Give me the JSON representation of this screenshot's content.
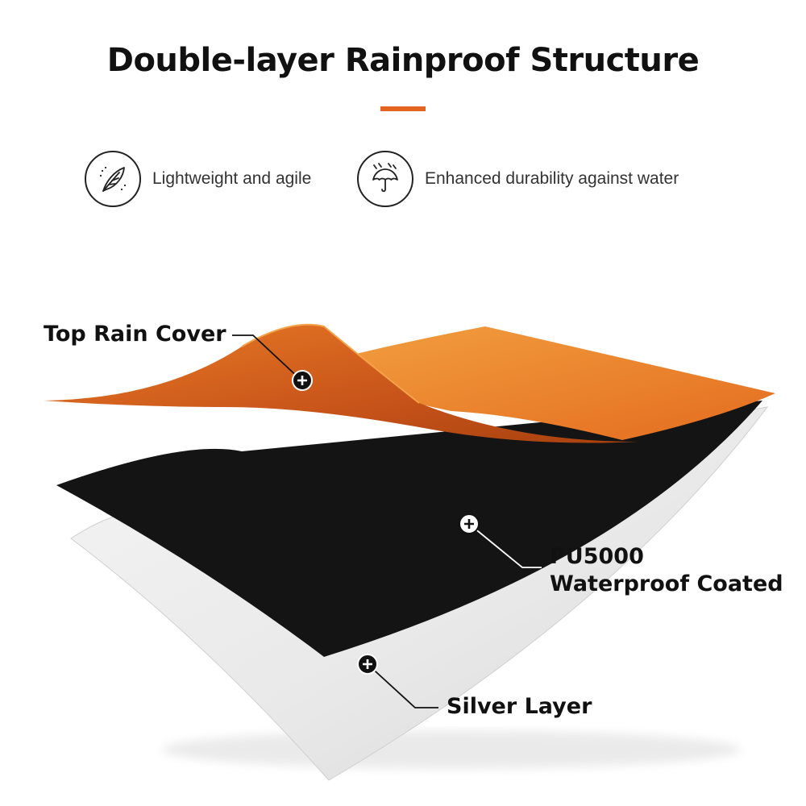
{
  "title": "Double-layer Rainproof Structure",
  "colors": {
    "accent": "#e3641f",
    "orange_layer": "#ef8a2c",
    "black_layer": "#141414",
    "silver_layer": "#ededed"
  },
  "features": [
    {
      "icon": "feather-icon",
      "label": "Lightweight and agile"
    },
    {
      "icon": "umbrella-rain-icon",
      "label": "Enhanced durability against water"
    }
  ],
  "callouts": {
    "top": "Top Rain Cover",
    "pu_line1": "PU5000",
    "pu_line2": "Waterproof Coated",
    "silver": "Silver Layer"
  }
}
